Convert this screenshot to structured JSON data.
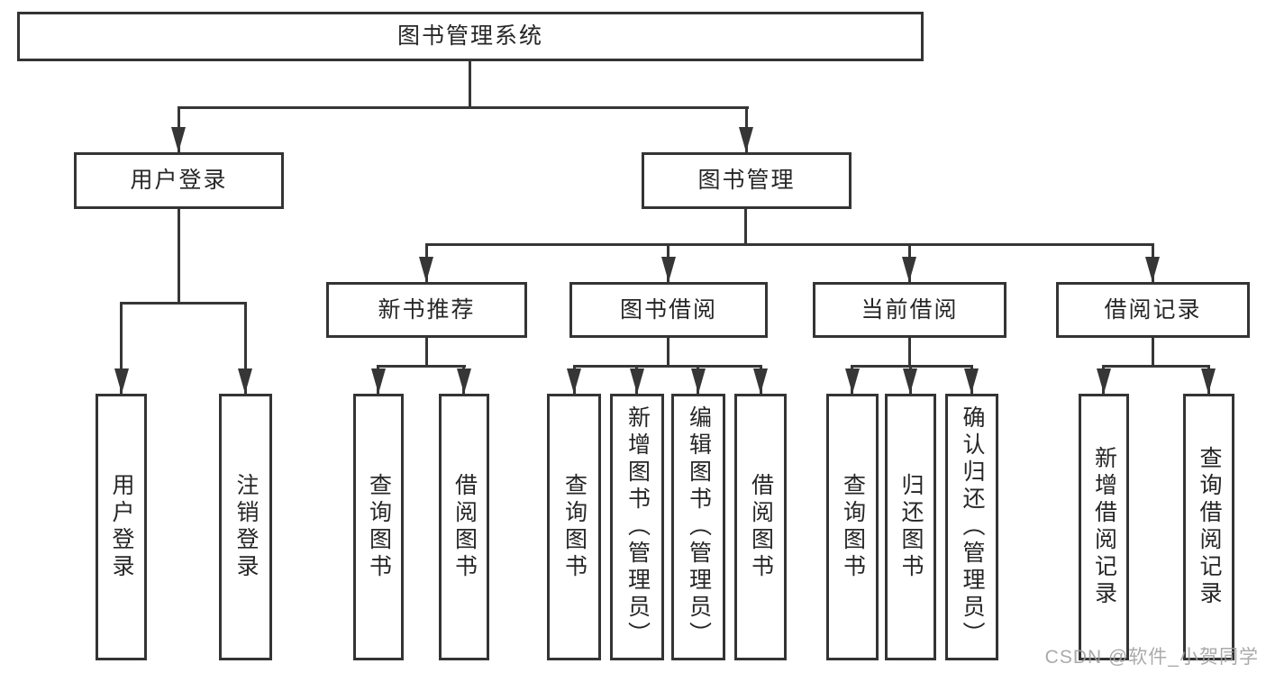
{
  "tree": {
    "root": {
      "label": "图书管理系统"
    },
    "children": [
      {
        "label": "用户登录",
        "children": [
          {
            "label": "用户登录"
          },
          {
            "label": "注销登录"
          }
        ]
      },
      {
        "label": "图书管理",
        "children": [
          {
            "label": "新书推荐",
            "children": [
              {
                "label": "查询图书"
              },
              {
                "label": "借阅图书"
              }
            ]
          },
          {
            "label": "图书借阅",
            "children": [
              {
                "label": "查询图书"
              },
              {
                "label": "新增图书（管理员）"
              },
              {
                "label": "编辑图书（管理员）"
              },
              {
                "label": "借阅图书"
              }
            ]
          },
          {
            "label": "当前借阅",
            "children": [
              {
                "label": "查询图书"
              },
              {
                "label": "归还图书"
              },
              {
                "label": "确认归还（管理员）"
              }
            ]
          },
          {
            "label": "借阅记录",
            "children": [
              {
                "label": "新增借阅记录"
              },
              {
                "label": "查询借阅记录"
              }
            ]
          }
        ]
      }
    ]
  },
  "watermark": {
    "text": "CSDN @软件_小贺同学"
  },
  "colors": {
    "line": "#363636",
    "box_border": "#343434",
    "text": "#262626",
    "background": "#ffffff",
    "watermark": "#9e9e9e"
  }
}
